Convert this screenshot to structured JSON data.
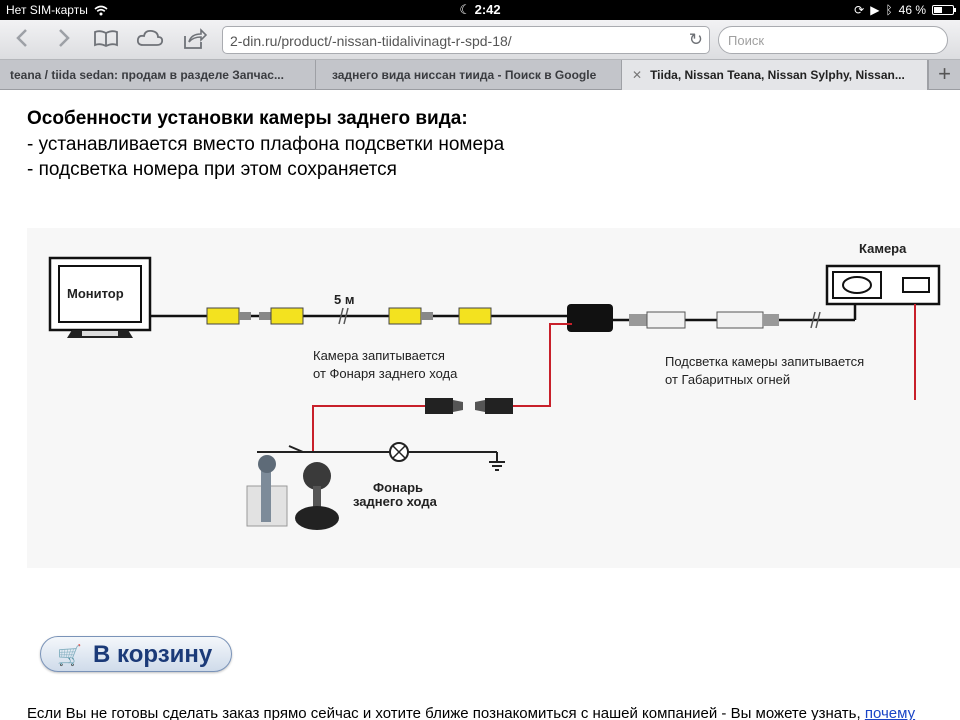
{
  "status_bar": {
    "carrier": "Нет SIM-карты",
    "time": "2:42",
    "battery_percent": "46 %",
    "battery_level": 0.46,
    "icons": [
      "wifi-icon",
      "moon-icon",
      "rotation-lock-icon",
      "play-icon",
      "bluetooth-icon",
      "battery-icon"
    ]
  },
  "toolbar": {
    "url": "2-din.ru/product/-nissan-tiidalivinagt-r-spd-18/",
    "search_placeholder": "Поиск",
    "icons": [
      "back-icon",
      "forward-icon",
      "bookmarks-icon",
      "cloud-icon",
      "share-icon",
      "reload-icon"
    ]
  },
  "tabs": [
    {
      "label": "teana / tiida sedan: продам в разделе Запчас...",
      "active": false
    },
    {
      "label": "заднего вида ниссан тиида - Поиск в Google",
      "active": false
    },
    {
      "label": "Tiida, Nissan Teana, Nissan Sylphy, Nissan...",
      "active": true
    }
  ],
  "content": {
    "heading": "Особенности установки камеры заднего вида:",
    "line1": "- устанавливается вместо плафона подсветки номера",
    "line2": "- подсветка номера при этом сохраняется",
    "diagram": {
      "monitor_label": "Монитор",
      "cable_length": "5 м",
      "camera_label": "Камера",
      "note_left_1": "Камера запитывается",
      "note_left_2": "от Фонаря заднего хода",
      "note_right_1": "Подсветка камеры запитывается",
      "note_right_2": "от Габаритных огней",
      "lamp_label_1": "Фонарь",
      "lamp_label_2": "заднего хода"
    },
    "cart_button": "В корзину",
    "bottom_text": "Если Вы не готовы сделать заказ прямо сейчас и хотите ближе познакомиться с нашей компанией - Вы можете узнать,",
    "bottom_link": "почему"
  }
}
